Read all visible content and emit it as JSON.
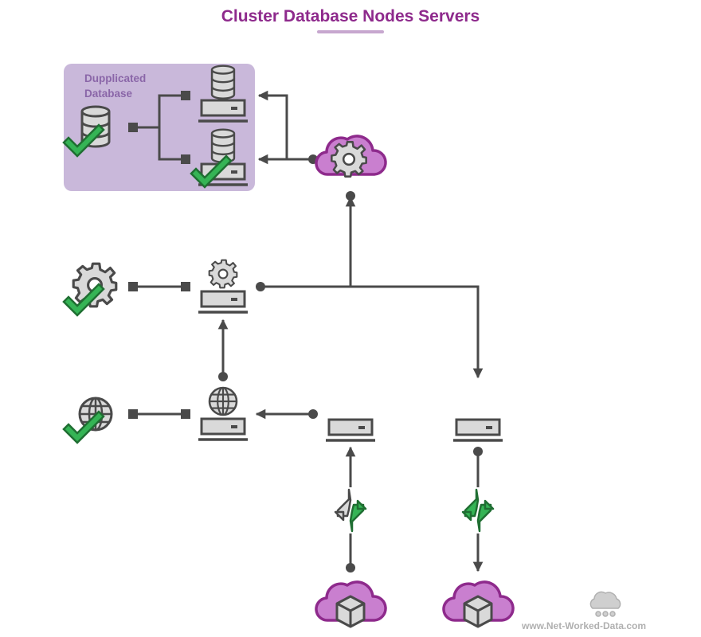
{
  "title": "Cluster Database Nodes Servers",
  "group_label": {
    "line1": "Dupplicated",
    "line2": "Database"
  },
  "watermark": "www.Net-Worked-Data.com",
  "colors": {
    "title": "#8e2a8c",
    "group_bg": "#c9b8da",
    "cloud_fill": "#c97fcf",
    "cloud_stroke": "#8e2a8c",
    "line": "#4a4a4a",
    "check": "#2ea84a",
    "icon_fill": "#d9d9d9"
  },
  "icons": [
    "database-icon",
    "server-icon",
    "cloud-gear-icon",
    "gear-icon",
    "globe-icon",
    "checkmark-icon",
    "transfer-arrows-icon",
    "cloud-cube-icon"
  ]
}
